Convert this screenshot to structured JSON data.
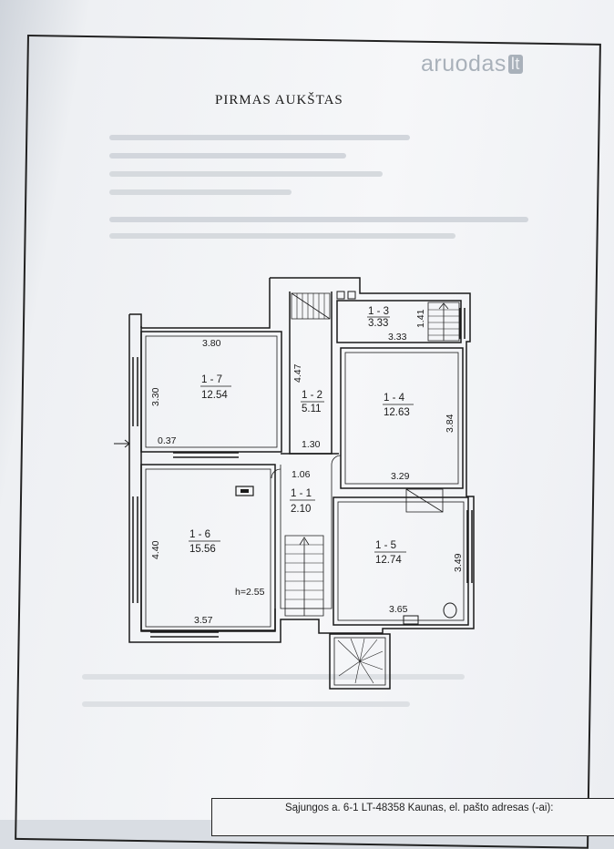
{
  "watermark": {
    "brand": "aruodas",
    "tld": "lt"
  },
  "title": "PIRMAS AUKŠTAS",
  "rooms": [
    {
      "id": "1 - 7",
      "area": "12.54"
    },
    {
      "id": "1 - 2",
      "area": "5.11"
    },
    {
      "id": "1 - 3",
      "area": "3.33"
    },
    {
      "id": "1 - 4",
      "area": "12.63"
    },
    {
      "id": "1 - 1",
      "area": "2.10"
    },
    {
      "id": "1 - 6",
      "area": "15.56"
    },
    {
      "id": "1 - 5",
      "area": "12.74"
    }
  ],
  "dimensions": {
    "r7_top": "3.80",
    "r7_side": "3.30",
    "r7_offset": "0.37",
    "r2_side": "4.47",
    "r2_bottom": "1.30",
    "r3_side": "1.41",
    "r3_bottom": "3.33",
    "r4_side": "3.84",
    "r4_bottom": "3.29",
    "r1_top": "1.06",
    "r6_side": "4.40",
    "r6_height": "h=2.55",
    "r6_bottom": "3.57",
    "r5_side": "3.49",
    "r5_bottom": "3.65"
  },
  "footer": {
    "address": "Sąjungos a. 6-1 LT-48358 Kaunas, el. pašto adresas (-ai):"
  }
}
